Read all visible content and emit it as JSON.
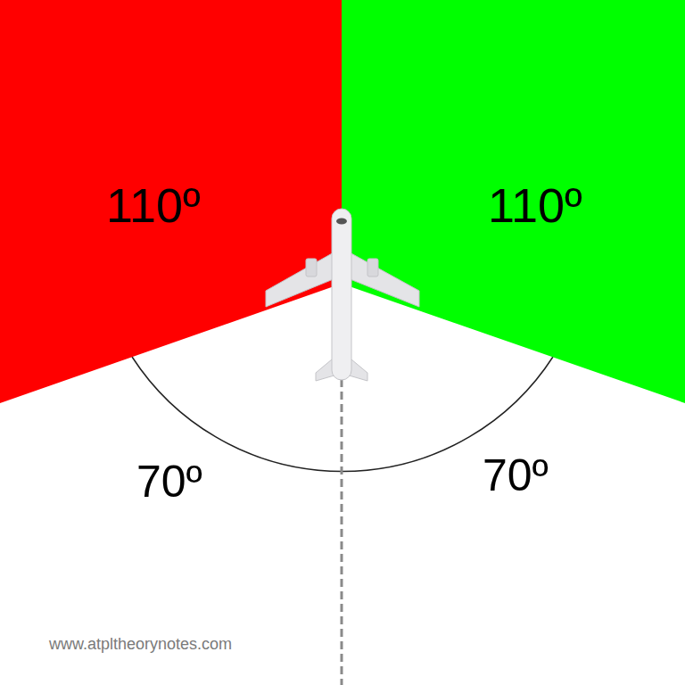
{
  "diagram": {
    "nodes": [
      {
        "text": [
          "110º"
        ]
      },
      {
        "text": [
          "110º"
        ]
      }
    ],
    "labels": [
      "70º",
      "70º",
      "www.atpltheorynotes.com"
    ]
  }
}
